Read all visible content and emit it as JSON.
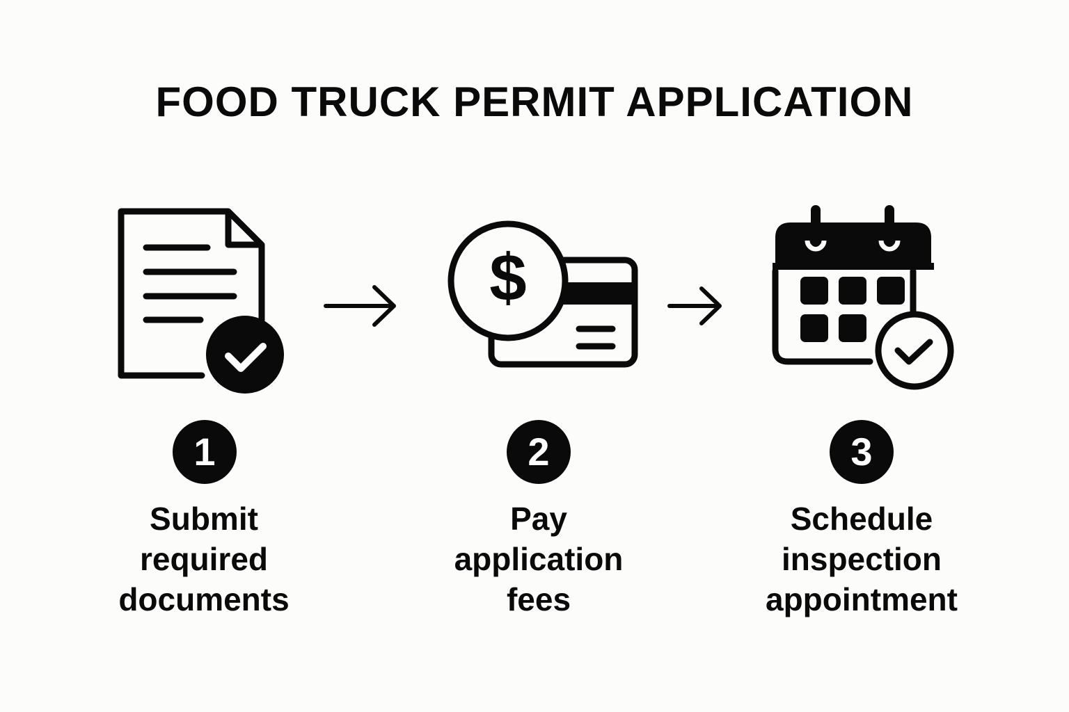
{
  "title": "FOOD TRUCK PERMIT APPLICATION",
  "steps": [
    {
      "number": "1",
      "icon": "document-check-icon",
      "label_lines": [
        "Submit",
        "required",
        "documents"
      ]
    },
    {
      "number": "2",
      "icon": "payment-card-icon",
      "label_lines": [
        "Pay",
        "application",
        "fees"
      ]
    },
    {
      "number": "3",
      "icon": "calendar-check-icon",
      "label_lines": [
        "Schedule",
        "inspection",
        "appointment"
      ]
    }
  ],
  "connectors": [
    "arrow-right-icon",
    "arrow-right-icon"
  ],
  "colors": {
    "ink": "#0a0a0a",
    "background": "#fcfcfa"
  }
}
